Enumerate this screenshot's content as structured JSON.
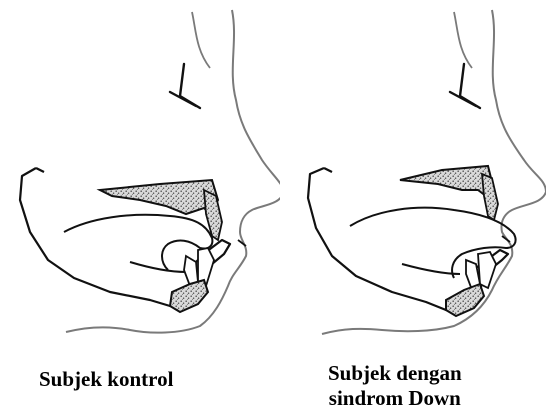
{
  "figure": {
    "left_panel": {
      "caption": "Subjek kontrol"
    },
    "right_panel": {
      "caption_line1": "Subjek dengan",
      "caption_line2": "sindrom Down"
    },
    "colors": {
      "soft_tissue_line": "#7a7a7a",
      "bone_line": "#111111",
      "stipple_fill": "#bdbdbd"
    }
  }
}
